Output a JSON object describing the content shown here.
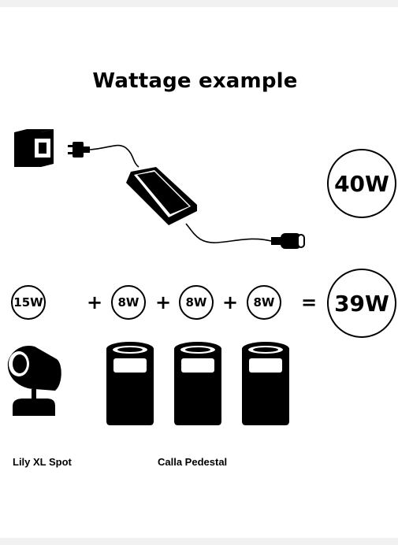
{
  "title": "Wattage example",
  "adapter_wattage": "40W",
  "equation": {
    "items": [
      "15W",
      "8W",
      "8W",
      "8W"
    ],
    "operators": [
      "+",
      "+",
      "+"
    ],
    "equals": "=",
    "total": "39W"
  },
  "captions": {
    "spot": "Lily XL Spot",
    "pedestal": "Calla Pedestal"
  },
  "icons": [
    "wall-socket-icon",
    "plug-icon",
    "power-adapter-icon",
    "connector-icon",
    "spot-light-icon",
    "pedestal-light-icon"
  ],
  "colors": {
    "ink": "#000000",
    "background": "#ffffff"
  }
}
